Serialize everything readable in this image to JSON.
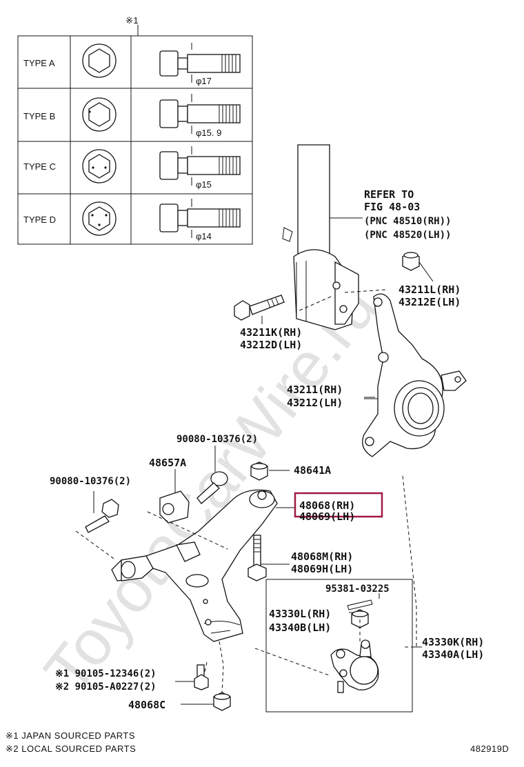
{
  "watermark": "ToyotaCarWire.ru",
  "table_header": "※1",
  "fastener_types": [
    {
      "label": "TYPE A",
      "diameter": "φ17"
    },
    {
      "label": "TYPE B",
      "diameter": "φ15. 9"
    },
    {
      "label": "TYPE C",
      "diameter": "φ15"
    },
    {
      "label": "TYPE D",
      "diameter": "φ14"
    }
  ],
  "callouts": {
    "refer_fig": [
      "REFER TO",
      "FIG 48-03",
      "(PNC 48510(RH))",
      "(PNC 48520(LH))"
    ],
    "nut_43211L": [
      "43211L(RH)",
      "43212E(LH)"
    ],
    "bolt_43211K": [
      "43211K(RH)",
      "43212D(LH)"
    ],
    "knuckle_43211": [
      "43211(RH)",
      "43212(LH)"
    ],
    "bolt_90080_upper": "90080-10376(2)",
    "bracket_48657A": "48657A",
    "nut_48641A": "48641A",
    "bolt_90080_left": "90080-10376(2)",
    "arm_48068": [
      "48068(RH)",
      "48069(LH)"
    ],
    "bolt_48068M": [
      "48068M(RH)",
      "48069H(LH)"
    ],
    "pin_95381": "95381-03225",
    "nut_43330L": [
      "43330L(RH)",
      "43340B(LH)"
    ],
    "joint_43330K": [
      "43330K(RH)",
      "43340A(LH)"
    ],
    "bolt_90105": [
      "※1 90105-12346(2)",
      "※2 90105-A0227(2)"
    ],
    "nut_48068C": "48068C"
  },
  "highlight_color": "#a01840",
  "footnotes": [
    "※1 JAPAN SOURCED PARTS",
    "※2 LOCAL SOURCED PARTS"
  ],
  "figure_id": "482919D"
}
